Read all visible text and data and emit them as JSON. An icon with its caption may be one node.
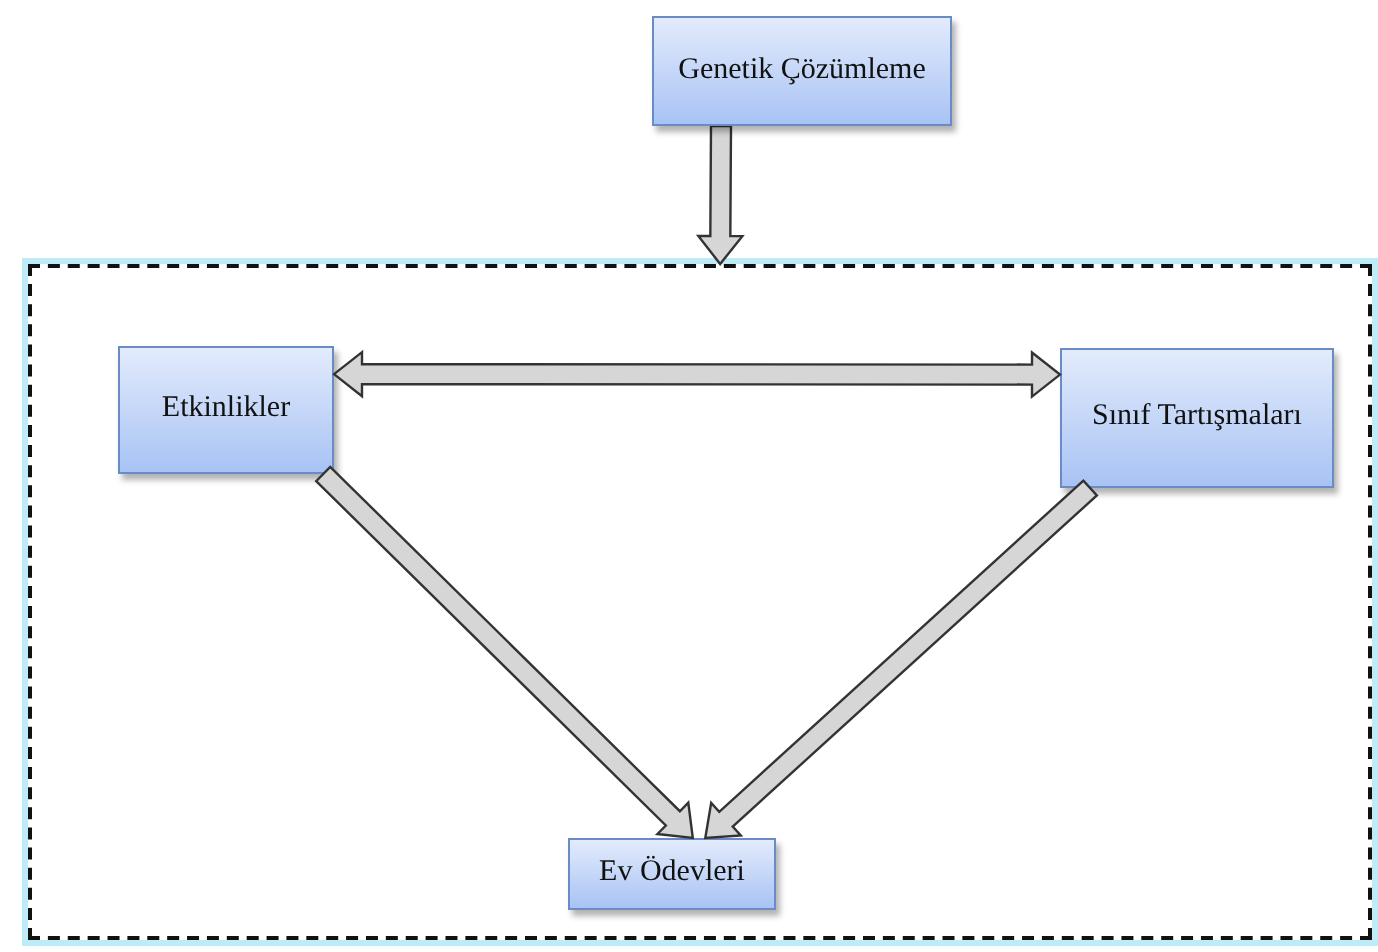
{
  "diagram": {
    "nodes": [
      {
        "text": [
          "Genetik Çözümleme"
        ]
      },
      {
        "text": [],
        "shape": "box"
      },
      {
        "text": [
          "Etkinlikler"
        ],
        "in": 1
      },
      {
        "text": [
          "Sınıf Tartışmaları"
        ],
        "in": 1
      },
      {
        "text": [
          "Ev Ödevleri"
        ],
        "in": 1
      }
    ],
    "edges": [
      {
        "from": 0,
        "to": 1,
        "arrow": "to"
      },
      {
        "from": 2,
        "to": 3,
        "arrow": "both"
      },
      {
        "from": 2,
        "to": 4,
        "arrow": "to"
      },
      {
        "from": 3,
        "to": 4,
        "arrow": "to"
      }
    ]
  }
}
